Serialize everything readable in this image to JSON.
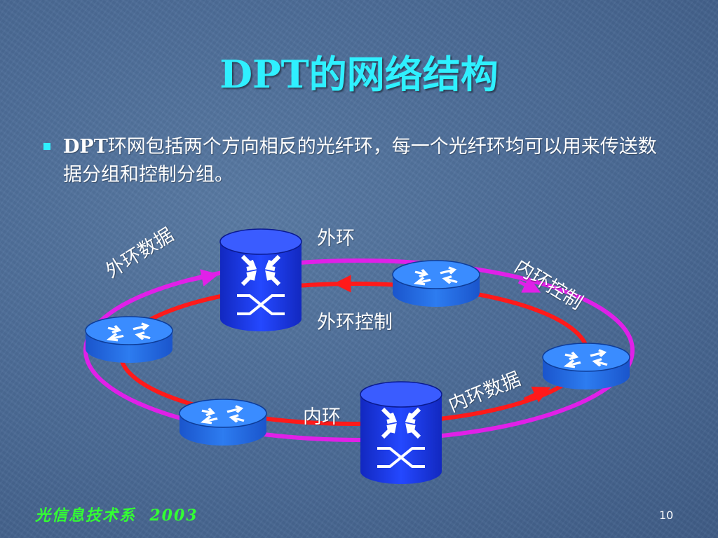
{
  "slide": {
    "title": "DPT的网络结构",
    "bullet_bold": "DPT",
    "bullet_rest": "环网包括两个方向相反的光纤环，每一个光纤环均可以用来传送数据分组和控制分组。"
  },
  "diagram": {
    "labels": {
      "outer_ring": "外环",
      "outer_data": "外环数据",
      "outer_control": "外环控制",
      "inner_control": "内环控制",
      "inner_data": "内环数据",
      "inner_ring": "内环"
    },
    "colors": {
      "outer_ring": "#e020e8",
      "inner_ring": "#ff1a1a",
      "device_blue": "#1a3ee6",
      "router_blue": "#1f6fe6"
    }
  },
  "footer": {
    "department": "光信息技术系",
    "year": "2003",
    "page_number": "10"
  }
}
